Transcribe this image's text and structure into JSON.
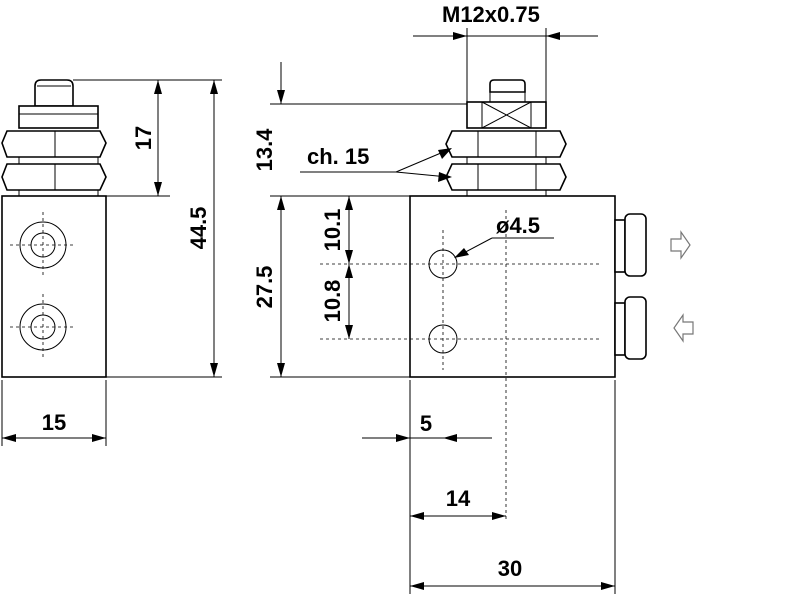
{
  "dimensions": {
    "thread": "M12x0.75",
    "side_actuator_height": "17",
    "side_total_height": "44.5",
    "side_body_width": "15",
    "front_thread_height": "13.4",
    "front_body_height": "27.5",
    "hex_size": "ch. 15",
    "hole_upper_offset": "10.1",
    "hole_pitch": "10.8",
    "hole_diameter": "ø4.5",
    "hole_edge_offset": "5",
    "center_offset": "14",
    "front_body_width": "30"
  }
}
